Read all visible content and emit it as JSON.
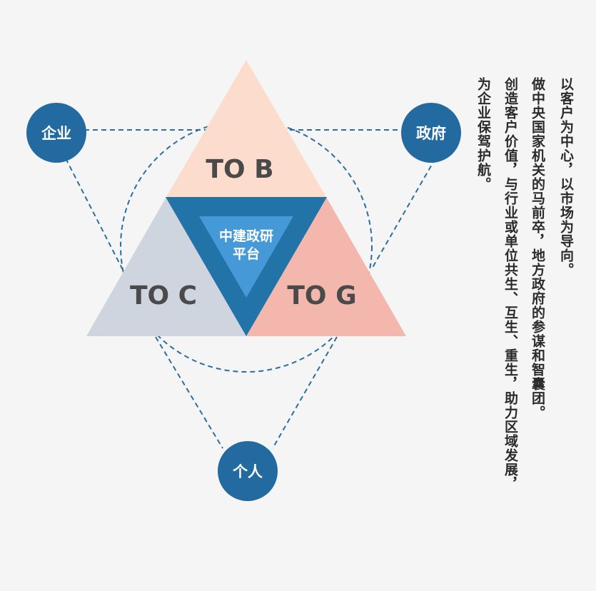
{
  "colors": {
    "to_b": "#fbdccd",
    "to_c": "#ced5df",
    "to_g": "#f3b7ad",
    "inner_frame": "#2273a8",
    "inner_fill": "#4599d6",
    "node": "#226aa0",
    "dash": "#2d6e9e"
  },
  "diagram": {
    "to_b": "TO B",
    "to_c": "TO C",
    "to_g": "TO G",
    "center_line1": "中建政研",
    "center_line2": "平台",
    "nodes": {
      "enterprise": "企业",
      "government": "政府",
      "individual": "个人"
    }
  },
  "text": {
    "col1": "以客户为中心，以市场为导向。",
    "col2": "做中央国家机关的马前卒，地方政府的参谋和智囊团。",
    "col3": "创造客户价值，与行业或单位共生、互生、重生，助力区域发展，",
    "col4": "为企业保驾护航。"
  }
}
